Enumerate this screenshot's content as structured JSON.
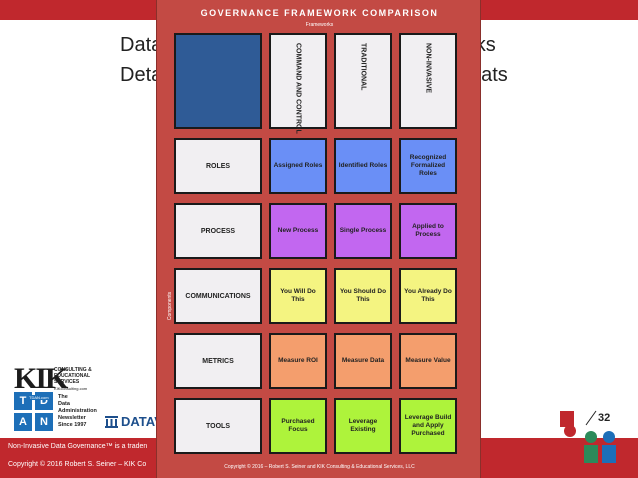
{
  "slide": {
    "title_left": "Data",
    "title_right": "orks",
    "subtitle_left": "Deta",
    "subtitle_right": "eats",
    "page_number": "32",
    "footer_line1": "Non-Invasive Data Governance™ is a traden",
    "footer_line2": "Copyright © 2016 Robert S. Seiner – KIK Co",
    "kik_logo": {
      "mark": "KIK",
      "text_lines": [
        "CONSULTING &",
        "EDUCATIONAL",
        "SERVICES"
      ],
      "url": "KIKconsulting.com"
    },
    "tdan_logo": {
      "letters": [
        "T",
        "D",
        "A",
        "N"
      ],
      "badge": "TDAN.com",
      "text_lines": [
        "The",
        "Data",
        "Administration",
        "Newsletter",
        "Since 1997"
      ]
    },
    "dataversity": "DATAV"
  },
  "panel": {
    "title": "GOVERNANCE FRAMEWORK COMPARISON",
    "subtitle": "Frameworks",
    "components_label": "Components",
    "copyright": "Copyright © 2016 – Robert S. Seiner and KIK Consulting & Educational Services, LLC",
    "columns": [
      {
        "label": "COMMAND AND CONTROL"
      },
      {
        "label": "TRADITIONAL"
      },
      {
        "label": "NON-INVASIVE"
      }
    ],
    "rows": [
      {
        "label": "ROLES",
        "cells": [
          "Assigned Roles",
          "Identified Roles",
          "Recognized Formalized Roles"
        ]
      },
      {
        "label": "PROCESS",
        "cells": [
          "New Process",
          "Single Process",
          "Applied to Process"
        ]
      },
      {
        "label": "COMMUNICATIONS",
        "cells": [
          "You Will Do This",
          "You Should Do This",
          "You Already Do This"
        ]
      },
      {
        "label": "METRICS",
        "cells": [
          "Measure ROI",
          "Measure Data",
          "Measure Value"
        ]
      },
      {
        "label": "TOOLS",
        "cells": [
          "Purchased Focus",
          "Leverage Existing",
          "Leverage Build and Apply Purchased"
        ]
      }
    ]
  },
  "colors": {
    "brand_red": "#c0282d",
    "panel_bg": "#c34a44",
    "corner_blue": "#2f5b96",
    "roles": "#6a8ff6",
    "process": "#c267f0",
    "communications": "#f4f481",
    "metrics": "#f49e6d",
    "tools": "#aef33b"
  }
}
